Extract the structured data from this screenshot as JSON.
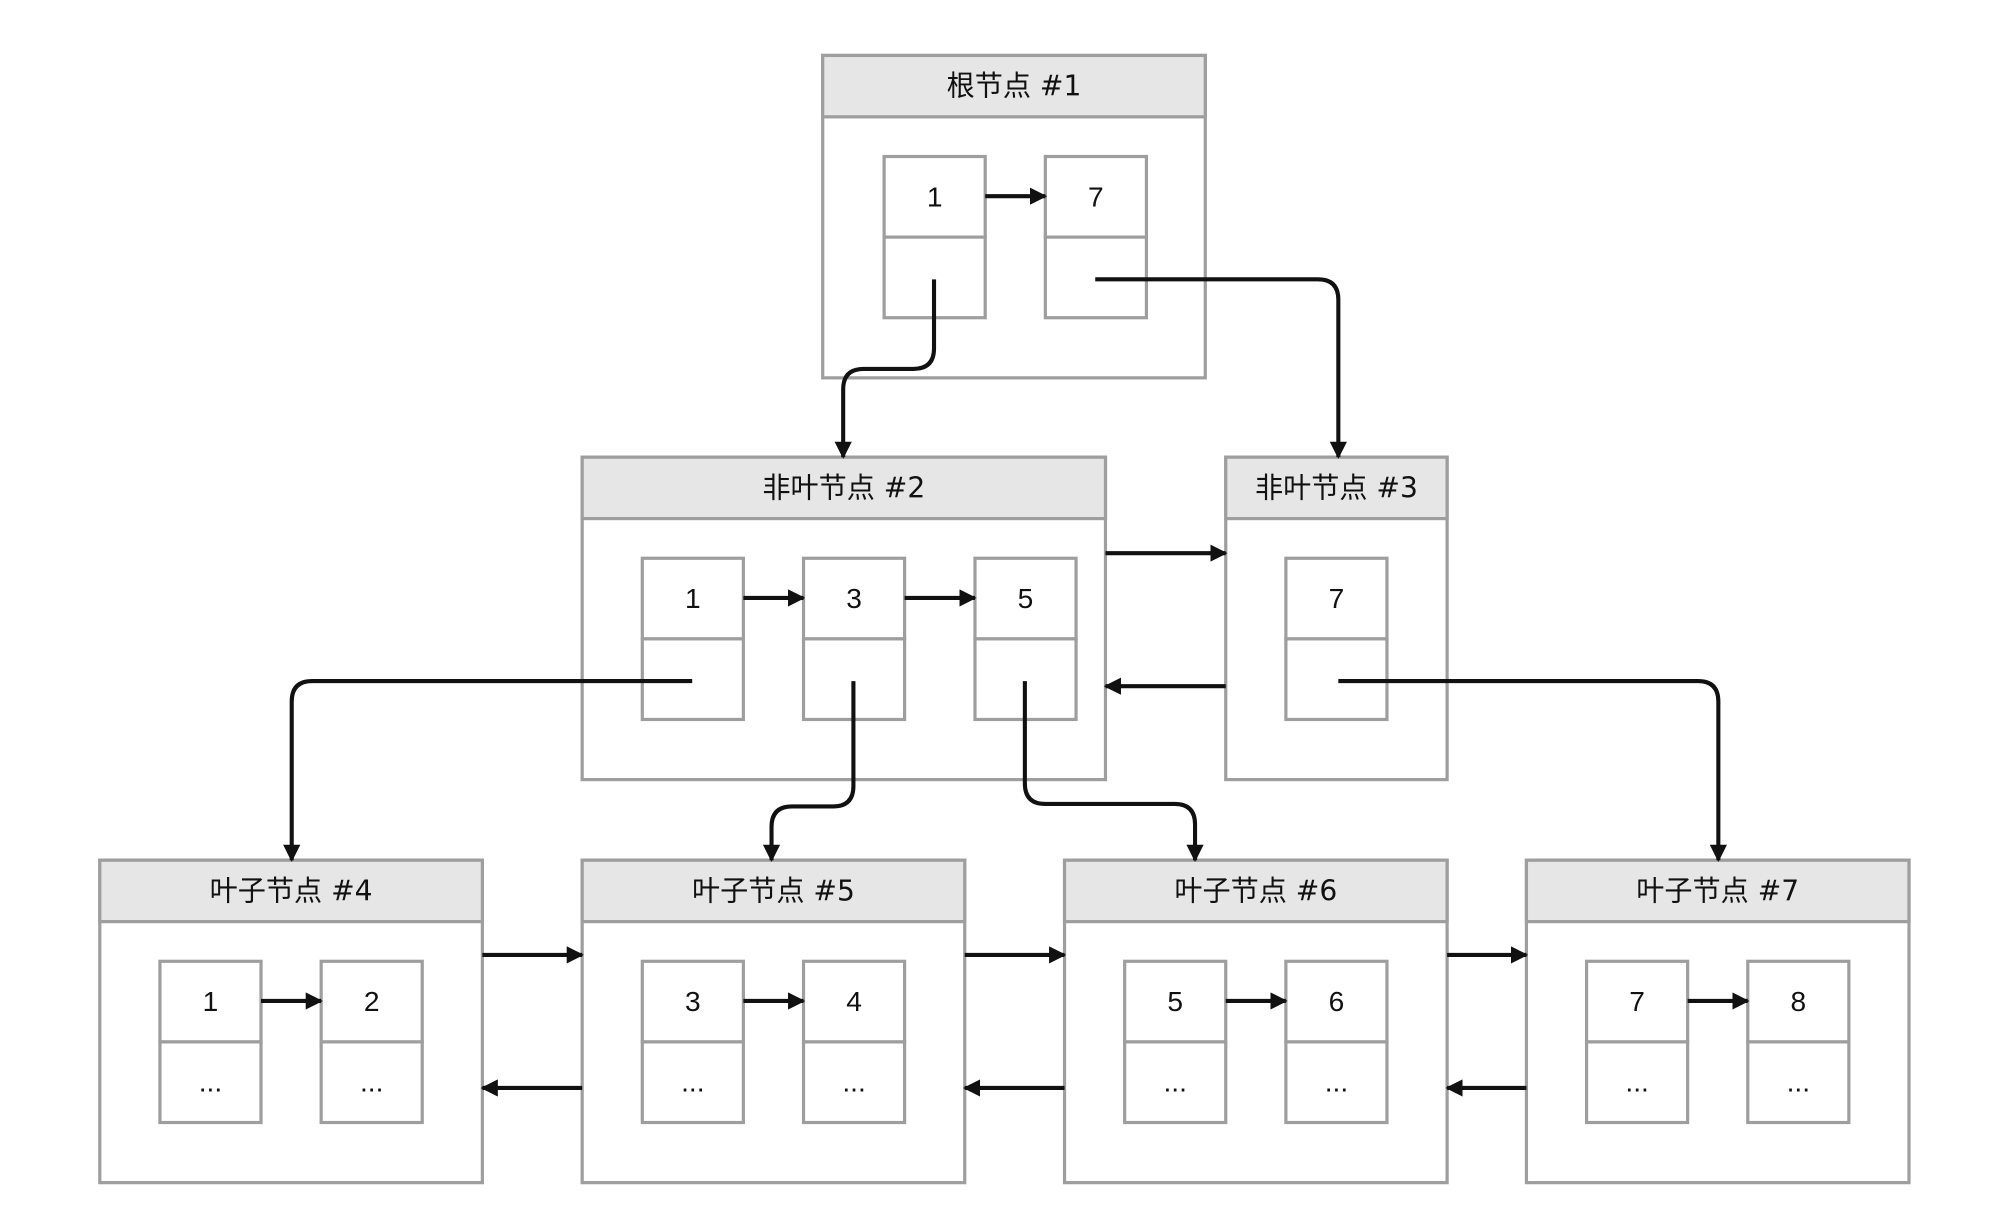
{
  "nodes": [
    {
      "id": "n1",
      "title": "根节点 #1",
      "cells": [
        {
          "key": "1",
          "val": ""
        },
        {
          "key": "7",
          "val": ""
        }
      ]
    },
    {
      "id": "n2",
      "title": "非叶节点 #2",
      "cells": [
        {
          "key": "1",
          "val": ""
        },
        {
          "key": "3",
          "val": ""
        },
        {
          "key": "5",
          "val": ""
        }
      ]
    },
    {
      "id": "n3",
      "title": "非叶节点 #3",
      "cells": [
        {
          "key": "7",
          "val": ""
        }
      ]
    },
    {
      "id": "n4",
      "title": "叶子节点 #4",
      "cells": [
        {
          "key": "1",
          "val": "..."
        },
        {
          "key": "2",
          "val": "..."
        }
      ]
    },
    {
      "id": "n5",
      "title": "叶子节点 #5",
      "cells": [
        {
          "key": "3",
          "val": "..."
        },
        {
          "key": "4",
          "val": "..."
        }
      ]
    },
    {
      "id": "n6",
      "title": "叶子节点 #6",
      "cells": [
        {
          "key": "5",
          "val": "..."
        },
        {
          "key": "6",
          "val": "..."
        }
      ]
    },
    {
      "id": "n7",
      "title": "叶子节点 #7",
      "cells": [
        {
          "key": "7",
          "val": "..."
        },
        {
          "key": "8",
          "val": "..."
        }
      ]
    }
  ]
}
